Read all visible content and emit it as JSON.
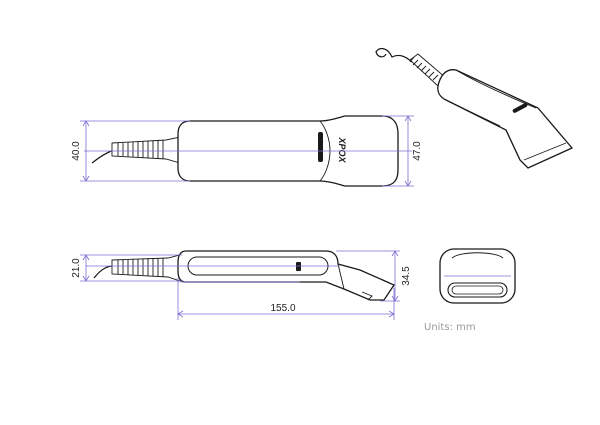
{
  "dimensions": {
    "top_height": "40.0",
    "top_width": "47.0",
    "side_height": "21.0",
    "side_nose": "34.5",
    "length": "155.0"
  },
  "brand_mark": "XPOX",
  "units_label": "Units:  mm",
  "colors": {
    "outline": "#1a1a1a",
    "dimension": "#7b6fd0",
    "units": "#9a9a9a"
  }
}
